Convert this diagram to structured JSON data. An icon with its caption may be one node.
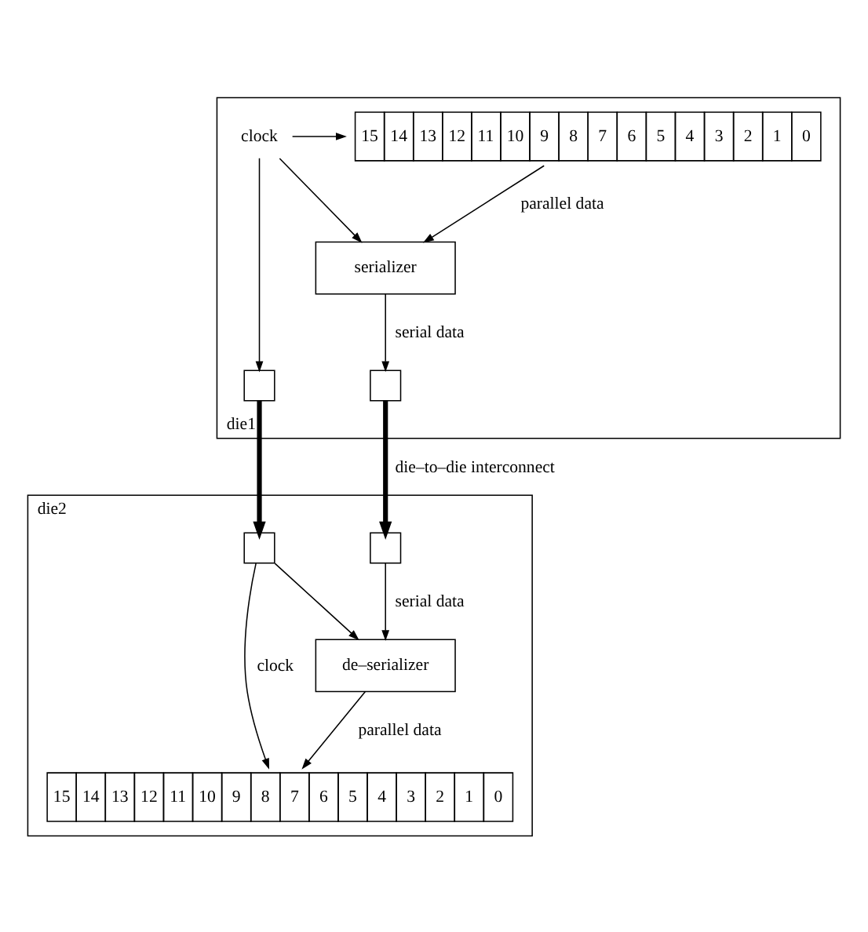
{
  "diagram": {
    "nodes": [
      {
        "text": [
          "die1"
        ]
      },
      {
        "text": [
          "clock"
        ],
        "in": 0
      },
      {
        "text": [
          "15",
          "14",
          "13",
          "12",
          "11",
          "10",
          "9",
          "8",
          "7",
          "6",
          "5",
          "4",
          "3",
          "2",
          "1",
          "0"
        ],
        "in": 0
      },
      {
        "text": [
          "serializer"
        ],
        "in": 0
      },
      {
        "text": [],
        "shape": "box",
        "in": 0
      },
      {
        "text": [],
        "shape": "box",
        "in": 0
      },
      {
        "text": [
          "die2"
        ]
      },
      {
        "text": [],
        "shape": "box",
        "in": 6
      },
      {
        "text": [],
        "shape": "box",
        "in": 6
      },
      {
        "text": [
          "de–serializer"
        ],
        "in": 6
      },
      {
        "text": [
          "15",
          "14",
          "13",
          "12",
          "11",
          "10",
          "9",
          "8",
          "7",
          "6",
          "5",
          "4",
          "3",
          "2",
          "1",
          "0"
        ],
        "in": 6
      }
    ],
    "edges": [
      {
        "from": 1,
        "to": 2,
        "arrow": "to"
      },
      {
        "from": 1,
        "to": 3,
        "arrow": "to"
      },
      {
        "from": 1,
        "to": 4,
        "arrow": "to"
      },
      {
        "from": 2,
        "to": 3,
        "arrow": "to",
        "label": "parallel data"
      },
      {
        "from": 3,
        "to": 5,
        "arrow": "to",
        "label": "serial data"
      },
      {
        "from": 4,
        "to": 7,
        "arrow": "to",
        "style": "thick"
      },
      {
        "from": 5,
        "to": 8,
        "arrow": "to",
        "style": "thick",
        "label": "die–to–die interconnect"
      },
      {
        "from": 7,
        "to": 9,
        "arrow": "to"
      },
      {
        "from": 7,
        "to": 10,
        "arrow": "to",
        "label": "clock"
      },
      {
        "from": 8,
        "to": 9,
        "arrow": "to",
        "label": "serial data"
      },
      {
        "from": 9,
        "to": 10,
        "arrow": "to",
        "label": "parallel data"
      }
    ]
  }
}
